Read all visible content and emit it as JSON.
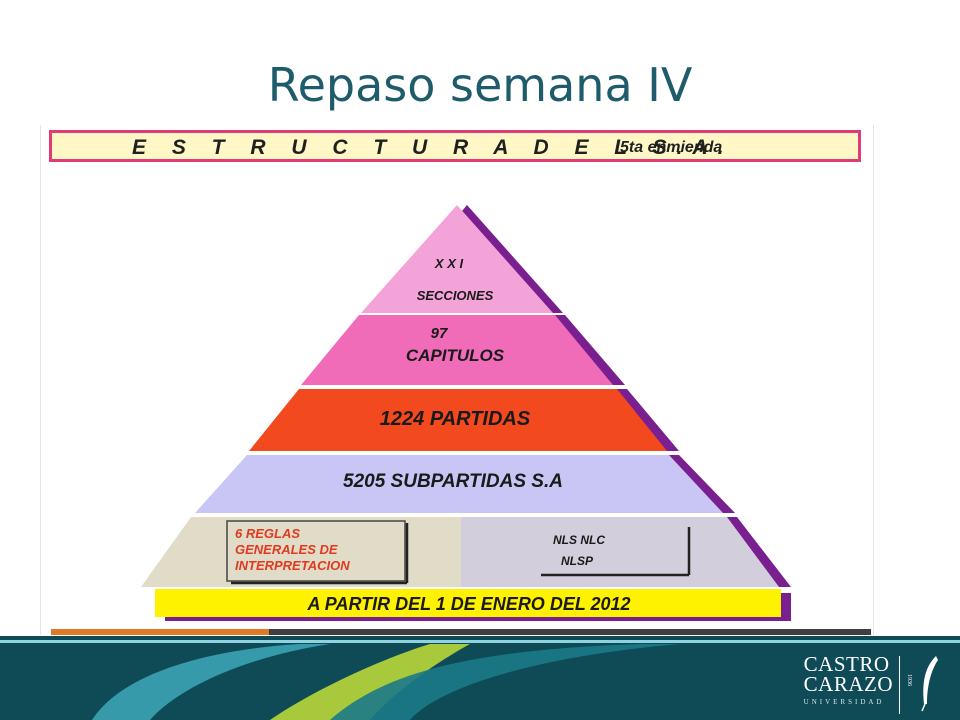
{
  "slide": {
    "title": "Repaso semana IV"
  },
  "diagram": {
    "header_main": "E S T R U C T U R A   D E L   S.A.",
    "header_sub": "5ta enmienda",
    "tier1_line1": "X X I",
    "tier1_line2": "SECCIONES",
    "tier2_line1": "97",
    "tier2_line2": "CAPITULOS",
    "tier3": "1224  PARTIDAS",
    "tier4": "5205  SUBPARTIDAS   S.A",
    "box_left": [
      "6 REGLAS",
      "GENERALES DE",
      "INTERPRETACION"
    ],
    "box_right_line1": "NLS    NLC",
    "box_right_line2": "NLSP",
    "base": "A PARTIR DEL 1 DE ENERO  DEL 2012"
  },
  "logo": {
    "line1": "CASTRO",
    "line2": "CARAZO",
    "small": "UNIVERSIDAD",
    "year": "1936"
  },
  "colors": {
    "title": "#1f5c6b",
    "tier1": "#f3a3d8",
    "tier2": "#f06cb8",
    "tier3": "#f24a1e",
    "tier4": "#c9c6f6",
    "tier5_left": "#e0dcc8",
    "tier5_right": "#d2cedc",
    "base": "#fff200",
    "shadow": "#7a1f8f",
    "footer": "#0f4a57"
  }
}
